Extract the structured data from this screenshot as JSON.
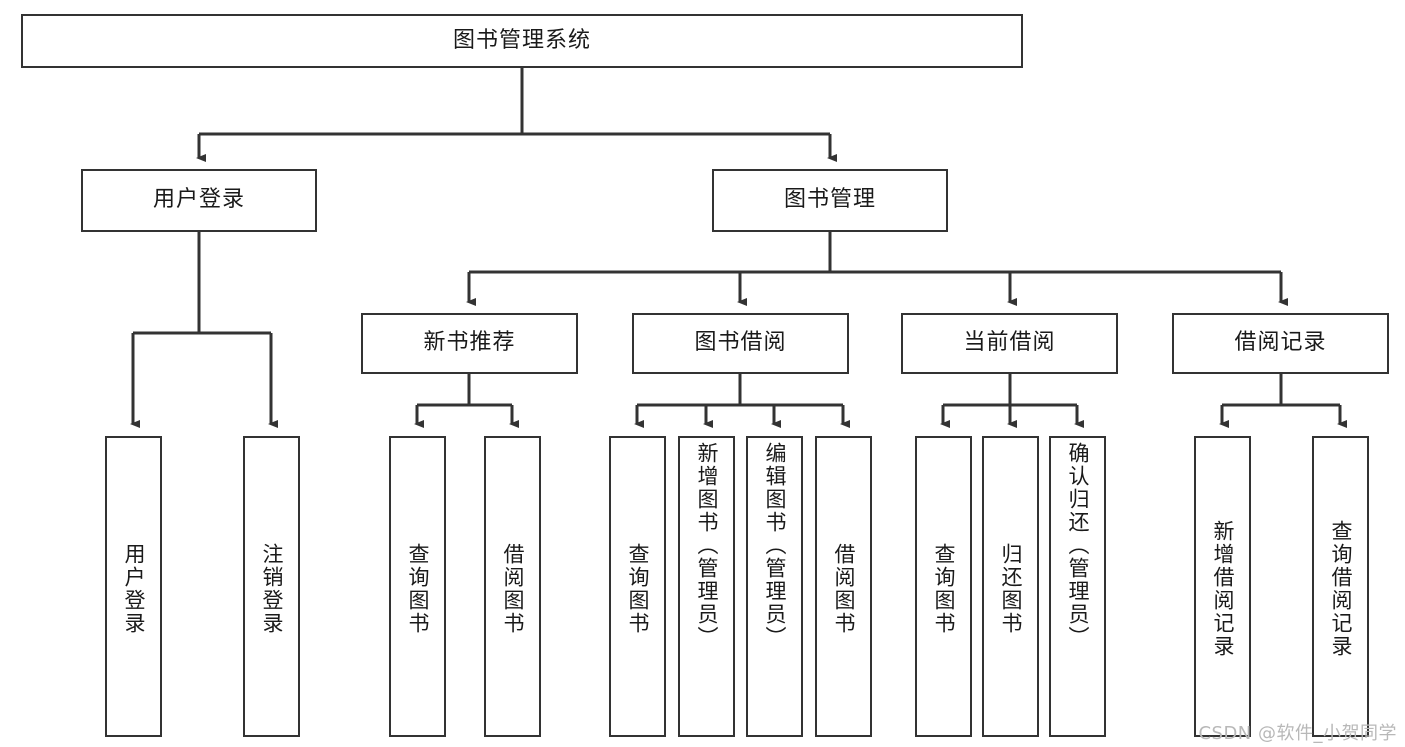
{
  "diagram": {
    "type": "tree",
    "title_node": {
      "label": "图书管理系统"
    },
    "level2": [
      {
        "label": "用户登录"
      },
      {
        "label": "图书管理"
      }
    ],
    "level3": [
      {
        "label": "新书推荐"
      },
      {
        "label": "图书借阅"
      },
      {
        "label": "当前借阅"
      },
      {
        "label": "借阅记录"
      }
    ],
    "leaves": {
      "user_login": [
        {
          "label": "用户登录"
        },
        {
          "label": "注销登录"
        }
      ],
      "new_book_recommend": [
        {
          "label": "查询图书"
        },
        {
          "label": "借阅图书"
        }
      ],
      "book_borrow": [
        {
          "label": "查询图书"
        },
        {
          "label": "新增图书（管理员）"
        },
        {
          "label": "编辑图书（管理员）"
        },
        {
          "label": "借阅图书"
        }
      ],
      "current_borrow": [
        {
          "label": "查询图书"
        },
        {
          "label": "归还图书"
        },
        {
          "label": "确认归还（管理员）"
        }
      ],
      "borrow_record": [
        {
          "label": "新增借阅记录"
        },
        {
          "label": "查询借阅记录"
        }
      ]
    }
  },
  "watermark": {
    "text": "CSDN @软件_小贺同学"
  },
  "colors": {
    "box_border": "#333333",
    "text": "#1a1a1a",
    "connector": "#333333",
    "background": "#ffffff",
    "watermark": "#b8b8b8"
  }
}
